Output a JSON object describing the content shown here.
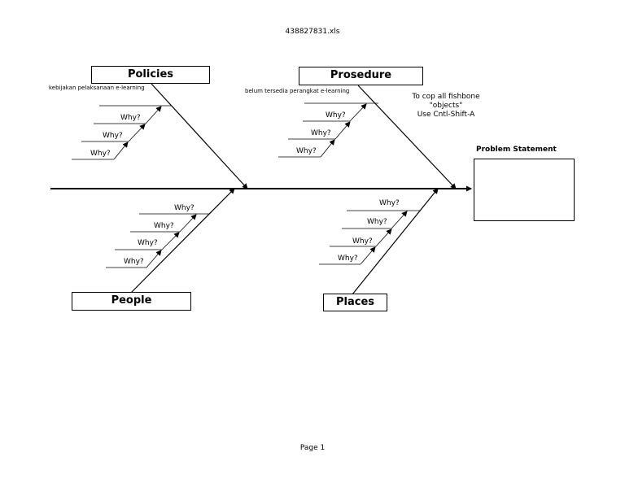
{
  "document": {
    "filename": "438827831.xls",
    "page_label": "Page 1"
  },
  "categories": {
    "policies": "Policies",
    "prosedure": "Prosedure",
    "people": "People",
    "places": "Places"
  },
  "causes": {
    "policies": "kebijakan pelaksanaan e-learning",
    "prosedure": "belum tersedia perangkat e-learning"
  },
  "why_label": "Why?",
  "hint": {
    "line1": "To cop all fishbone",
    "line2": "\"objects\"",
    "line3": "Use Cntl-Shift-A"
  },
  "problem_statement": {
    "title": "Problem Statement",
    "text": ""
  }
}
